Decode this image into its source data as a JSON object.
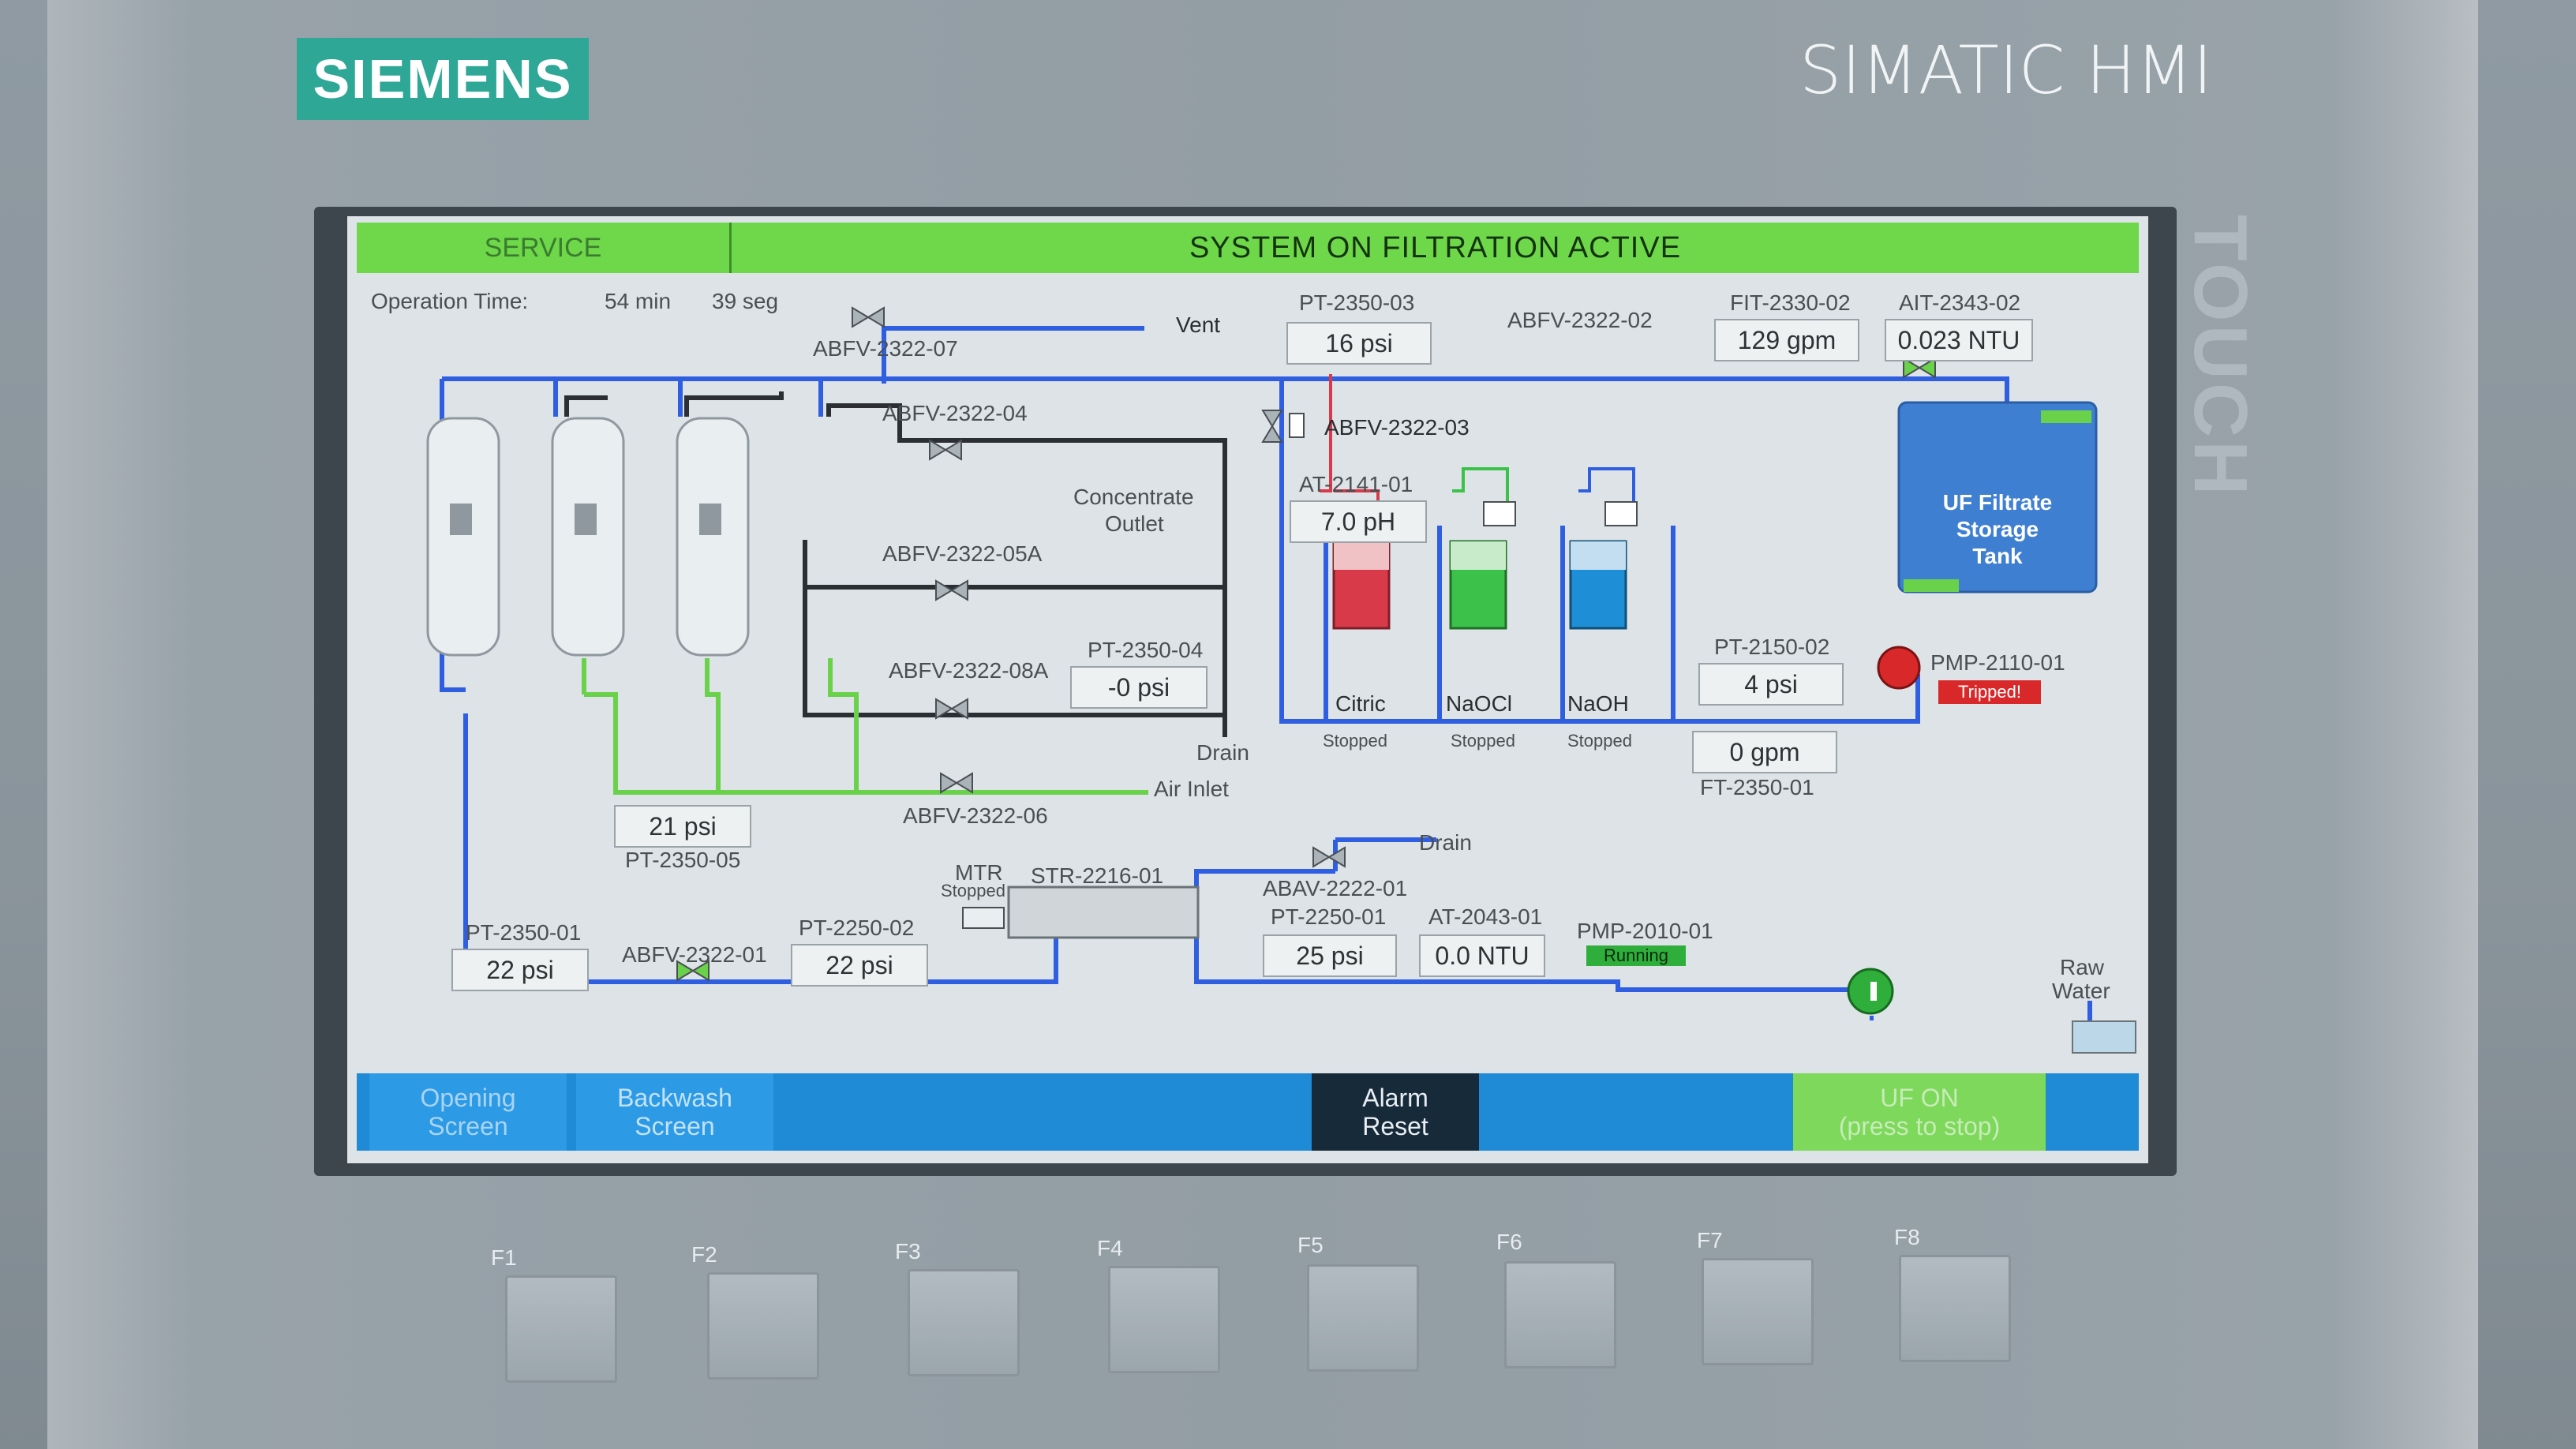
{
  "device": {
    "brand": "SIEMENS",
    "model": "SIMATIC HMI",
    "touch_label": "TOUCH"
  },
  "header": {
    "mode": "SERVICE",
    "status": "SYSTEM ON FILTRATION ACTIVE"
  },
  "operation_time": {
    "label": "Operation Time:",
    "minutes": "54 min",
    "seconds": "39 seg"
  },
  "valves": {
    "abfv_2322_07": "ABFV-2322-07",
    "abfv_2322_04": "ABFV-2322-04",
    "abfv_2322_05a": "ABFV-2322-05A",
    "abfv_2322_08a": "ABFV-2322-08A",
    "abfv_2322_06": "ABFV-2322-06",
    "abfv_2322_01": "ABFV-2322-01",
    "abfv_2322_02": "ABFV-2322-02",
    "abfv_2322_03": "ABFV-2322-03",
    "abav_2222_01": "ABAV-2222-01"
  },
  "labels": {
    "vent": "Vent",
    "concentrate_outlet_1": "Concentrate",
    "concentrate_outlet_2": "Outlet",
    "drain_1": "Drain",
    "drain_2": "Drain",
    "air_inlet": "Air Inlet",
    "raw_water_1": "Raw",
    "raw_water_2": "Water",
    "mtr": "MTR",
    "mtr_status": "Stopped",
    "strainer": "STR-2216-01",
    "tank_1": "UF Filtrate",
    "tank_2": "Storage",
    "tank_3": "Tank"
  },
  "instruments": {
    "pt_2350_03": {
      "tag": "PT-2350-03",
      "value": "16 psi"
    },
    "fit_2330_02": {
      "tag": "FIT-2330-02",
      "value": "129 gpm"
    },
    "ait_2343_02": {
      "tag": "AIT-2343-02",
      "value": "0.023 NTU"
    },
    "at_2141_01": {
      "tag": "AT-2141-01",
      "value": "7.0 pH"
    },
    "pt_2350_04": {
      "tag": "PT-2350-04",
      "value": "-0 psi"
    },
    "pt_2350_05": {
      "tag": "PT-2350-05",
      "value": "21 psi"
    },
    "pt_2350_01": {
      "tag": "PT-2350-01",
      "value": "22 psi"
    },
    "pt_2250_02": {
      "tag": "PT-2250-02",
      "value": "22 psi"
    },
    "pt_2250_01": {
      "tag": "PT-2250-01",
      "value": "25 psi"
    },
    "at_2043_01": {
      "tag": "AT-2043-01",
      "value": "0.0 NTU"
    },
    "pt_2150_02": {
      "tag": "PT-2150-02",
      "value": "4 psi"
    },
    "ft_2350_01": {
      "tag": "FT-2350-01",
      "value": "0 gpm"
    }
  },
  "chemicals": [
    {
      "name": "Citric",
      "status": "Stopped",
      "color": "#d83a4a"
    },
    {
      "name": "NaOCl",
      "status": "Stopped",
      "color": "#3cc24a"
    },
    {
      "name": "NaOH",
      "status": "Stopped",
      "color": "#1e8fd6"
    }
  ],
  "pumps": {
    "pmp_2110_01": {
      "tag": "PMP-2110-01",
      "status": "Tripped!",
      "color": "#d8282a"
    },
    "pmp_2010_01": {
      "tag": "PMP-2010-01",
      "status": "Running",
      "color": "#2fae3c"
    }
  },
  "nav": {
    "opening_1": "Opening",
    "opening_2": "Screen",
    "backwash_1": "Backwash",
    "backwash_2": "Screen",
    "alarm_1": "Alarm",
    "alarm_2": "Reset",
    "uf_1": "UF ON",
    "uf_2": "(press to stop)"
  },
  "function_keys": [
    "F1",
    "F2",
    "F3",
    "F4",
    "F5",
    "F6",
    "F7",
    "F8"
  ],
  "colors": {
    "pipe_blue": "#2f5fe0",
    "pipe_green": "#6ad14a",
    "pipe_dark": "#2b2f33",
    "header_green": "#6fd74a",
    "nav_blue": "#1f8ad6"
  }
}
